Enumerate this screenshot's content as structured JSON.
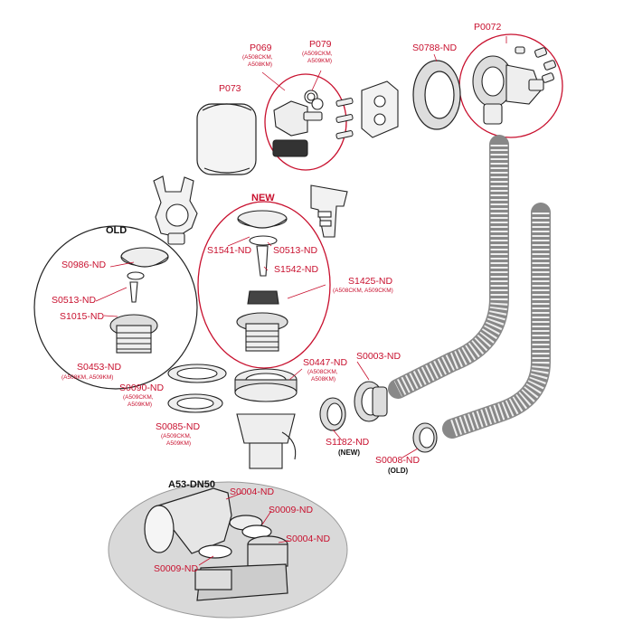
{
  "headings": {
    "old": "OLD",
    "new": "NEW",
    "siphon": "A53-DN50"
  },
  "labels": {
    "p069": "P069",
    "p069_sub": [
      "(A508CKM,",
      "A508KM)"
    ],
    "p079": "P079",
    "p079_sub": [
      "(A509CKM,",
      "A509KM)"
    ],
    "p073": "P073",
    "s0788": "S0788-ND",
    "p0072": "P0072",
    "s0986": "S0986-ND",
    "s0513_old": "S0513-ND",
    "s1015": "S1015-ND",
    "s0453": "S0453-ND",
    "s0453_sub": "(A508KM, A509KM)",
    "s1541": "S1541-ND",
    "s0513_new": "S0513-ND",
    "s1542": "S1542-ND",
    "s1425": "S1425-ND",
    "s1425_sub": "(A508CKM, A509CKM)",
    "s0090": "S0090-ND",
    "s0090_sub": [
      "(A509CKM,",
      "A509KM)"
    ],
    "s0085": "S0085-ND",
    "s0085_sub": [
      "(A509CKM,",
      "A509KM)"
    ],
    "s0447": "S0447-ND",
    "s0447_sub": [
      "(A508CKM,",
      "A508KM)"
    ],
    "s0003": "S0003-ND",
    "s1182": "S1182-ND",
    "s1182_tag": "(NEW)",
    "s0008": "S0008-ND",
    "s0008_tag": "(OLD)",
    "s0004_a": "S0004-ND",
    "s0009_a": "S0009-ND",
    "s0004_b": "S0004-ND",
    "s0009_b": "S0009-ND"
  },
  "colors": {
    "accent": "#c8102e",
    "line": "#222222",
    "ellipse_fill": "#d9d9d9"
  }
}
